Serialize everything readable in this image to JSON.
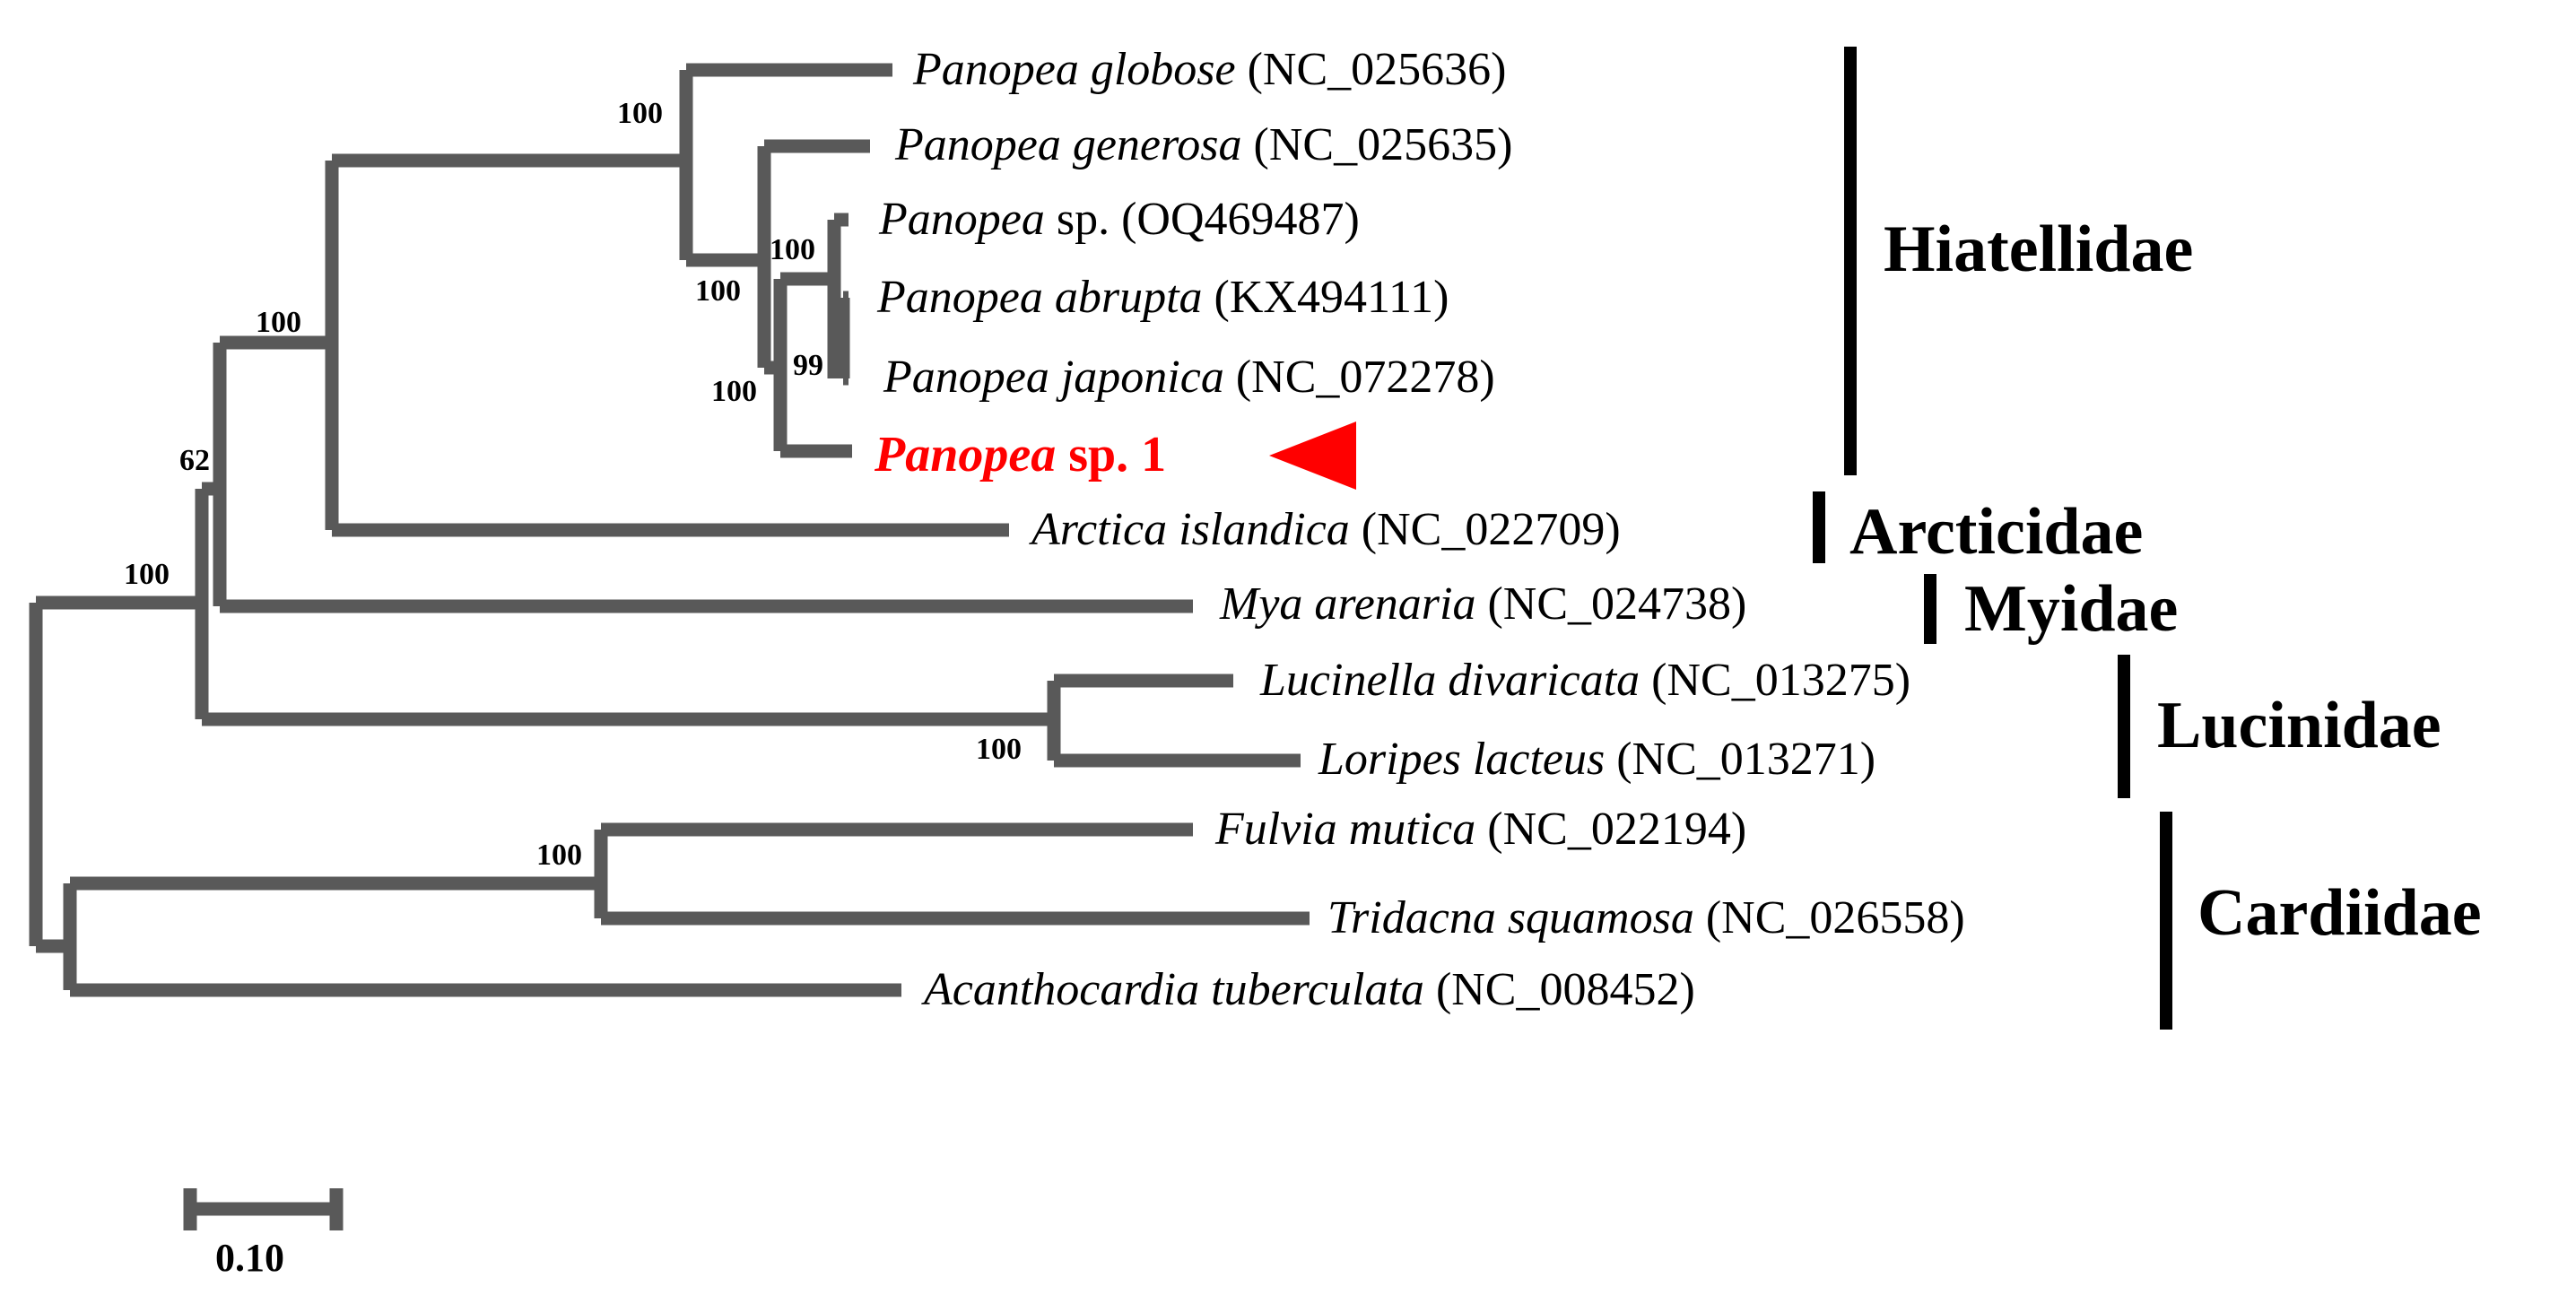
{
  "taxa": [
    {
      "genus": "Panopea globose",
      "accession": "(NC_025636)"
    },
    {
      "genus": "Panopea generosa",
      "accession": "(NC_025635)"
    },
    {
      "genus": "Panopea",
      "accession": "sp. (OQ469487)"
    },
    {
      "genus": "Panopea abrupta",
      "accession": "(KX494111)"
    },
    {
      "genus": "Panopea japonica",
      "accession": "(NC_072278)"
    },
    {
      "genus": "Panopea",
      "accession": "sp. 1"
    },
    {
      "genus": "Arctica islandica",
      "accession": "(NC_022709)"
    },
    {
      "genus": "Mya arenaria",
      "accession": "(NC_024738)"
    },
    {
      "genus": "Lucinella divaricata",
      "accession": "(NC_013275)"
    },
    {
      "genus": "Loripes lacteus",
      "accession": "(NC_013271)"
    },
    {
      "genus": "Fulvia mutica",
      "accession": "(NC_022194)"
    },
    {
      "genus": "Tridacna squamosa",
      "accession": "(NC_026558)"
    },
    {
      "genus": "Acanthocardia tuberculata",
      "accession": "(NC_008452)"
    }
  ],
  "highlight_color": "#ff0000",
  "highlight_marker_icon": "red-triangle-pointer",
  "bootstrap": [
    "100",
    "100",
    "100",
    "100",
    "99",
    "100",
    "62",
    "100",
    "100",
    "100"
  ],
  "families": [
    "Hiatellidae",
    "Arcticidae",
    "Myidae",
    "Lucinidae",
    "Cardiidae"
  ],
  "scale_bar": {
    "label": "0.10"
  },
  "branch_color": "#595959"
}
